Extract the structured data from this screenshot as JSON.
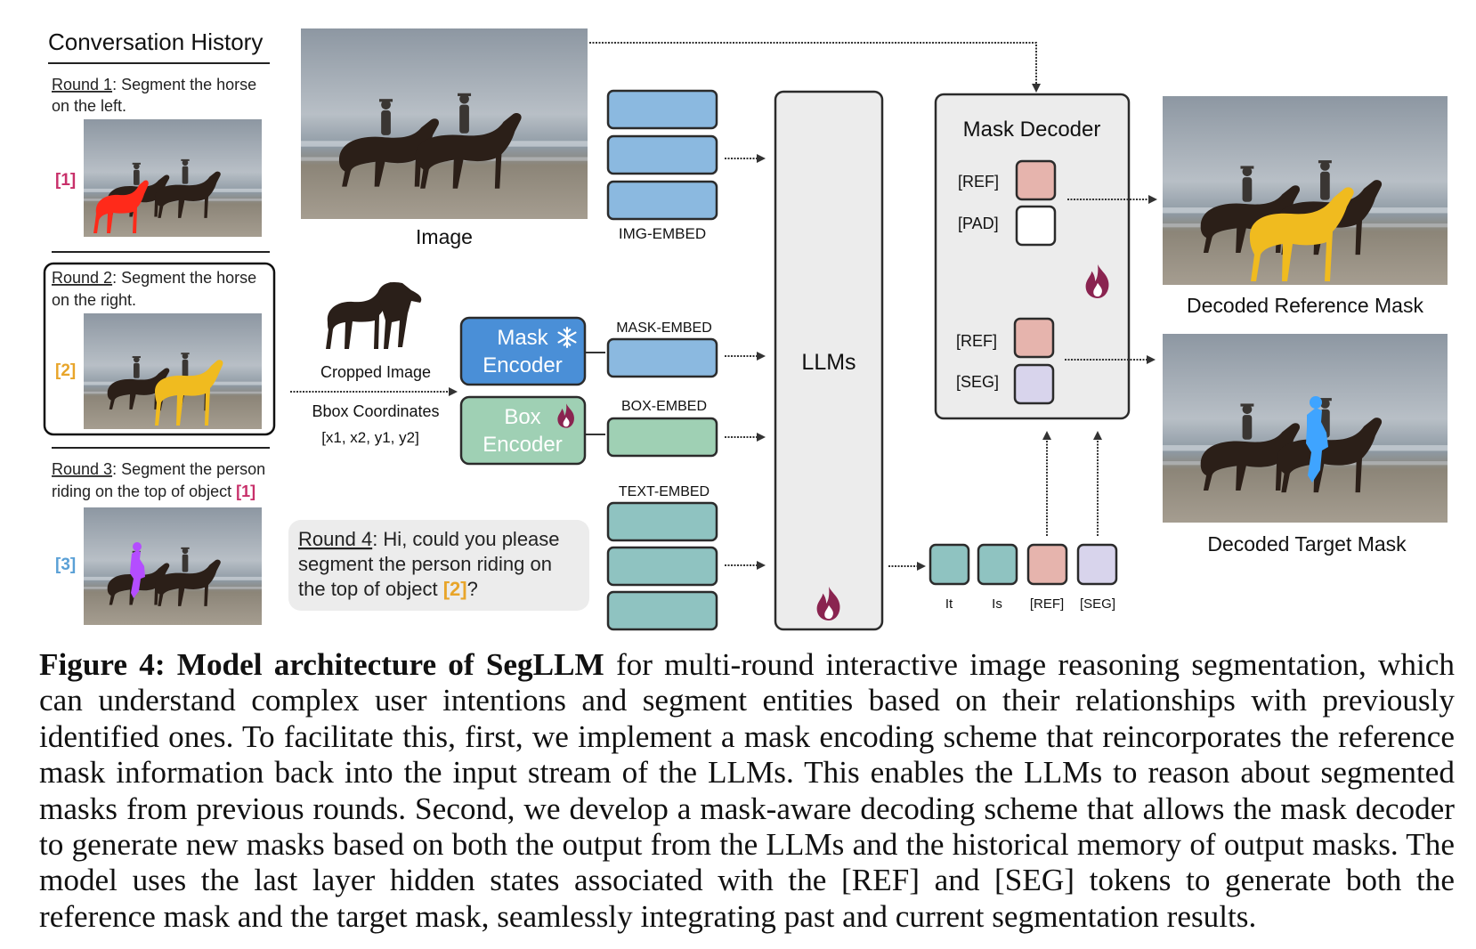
{
  "history": {
    "title": "Conversation History",
    "rounds": [
      {
        "label": "Round 1",
        "text_a": ": Segment the horse",
        "text_b": "on the left.",
        "tag": "[1]",
        "tag_color": "#c8306a"
      },
      {
        "label": "Round 2",
        "text_a": ": Segment the horse",
        "text_b": "on the right.",
        "tag": "[2]",
        "tag_color": "#e8a52a"
      },
      {
        "label": "Round 3",
        "text_a": ": Segment the person",
        "text_b": "riding on the top of object",
        "ref": "[1]",
        "tag": "[3]",
        "tag_color": "#5aa0d6"
      }
    ]
  },
  "image_label": "Image",
  "cropped": {
    "label": "Cropped Image",
    "bbox_title": "Bbox Coordinates",
    "bbox_values": "[x1, x2, y1, y2]"
  },
  "encoders": {
    "mask": {
      "line1": "Mask",
      "line2": "Encoder",
      "icon": "snowflake-icon"
    },
    "box": {
      "line1": "Box",
      "line2": "Encoder",
      "icon": "flame-icon"
    }
  },
  "embeds": {
    "img": "IMG-EMBED",
    "mask": "MASK-EMBED",
    "box": "BOX-EMBED",
    "text": "TEXT-EMBED"
  },
  "query": {
    "label": "Round 4",
    "text_a": ": Hi, could you please",
    "text_b": "segment the person riding on",
    "text_c": "the top of object",
    "ref": "[2]",
    "tail": "?"
  },
  "llm": {
    "label": "LLMs"
  },
  "decoder": {
    "title": "Mask Decoder",
    "tokens": [
      "[REF]",
      "[PAD]",
      "[REF]",
      "[SEG]"
    ]
  },
  "output_tokens": [
    "It",
    "Is",
    "[REF]",
    "[SEG]"
  ],
  "outputs": {
    "reference": "Decoded Reference Mask",
    "target": "Decoded Target Mask"
  },
  "colors": {
    "blue_embed": "#8bb9e0",
    "teal_embed": "#8fc3c1",
    "green_box": "#9fd0b4",
    "mask_encoder": "#4a8fd7",
    "ref_token": "#e6b4ad",
    "seg_token": "#d8d4ec",
    "mask_red": "#ff2a1a",
    "mask_yellow": "#f0bb1f",
    "mask_purple": "#b44dff",
    "mask_blue": "#3fa4ff",
    "flame": "#8a2450"
  },
  "caption": {
    "figure_label": "Figure 4:",
    "bold_title": "Model architecture of SegLLM",
    "body": "for multi-round interactive image reasoning segmentation, which can understand complex user intentions and segment entities based on their relationships with previously identified ones. To facilitate this, first, we implement a mask encoding scheme that reincorporates the reference mask information back into the input stream of the LLMs. This enables the LLMs to reason about segmented masks from previous rounds. Second, we develop a mask-aware decoding scheme that allows the mask decoder to generate new masks based on both the output from the LLMs and the historical memory of output masks. The model uses the last layer hidden states associated with the [REF] and [SEG] tokens to generate both the reference mask and the target mask, seamlessly integrating past and current segmentation results."
  }
}
